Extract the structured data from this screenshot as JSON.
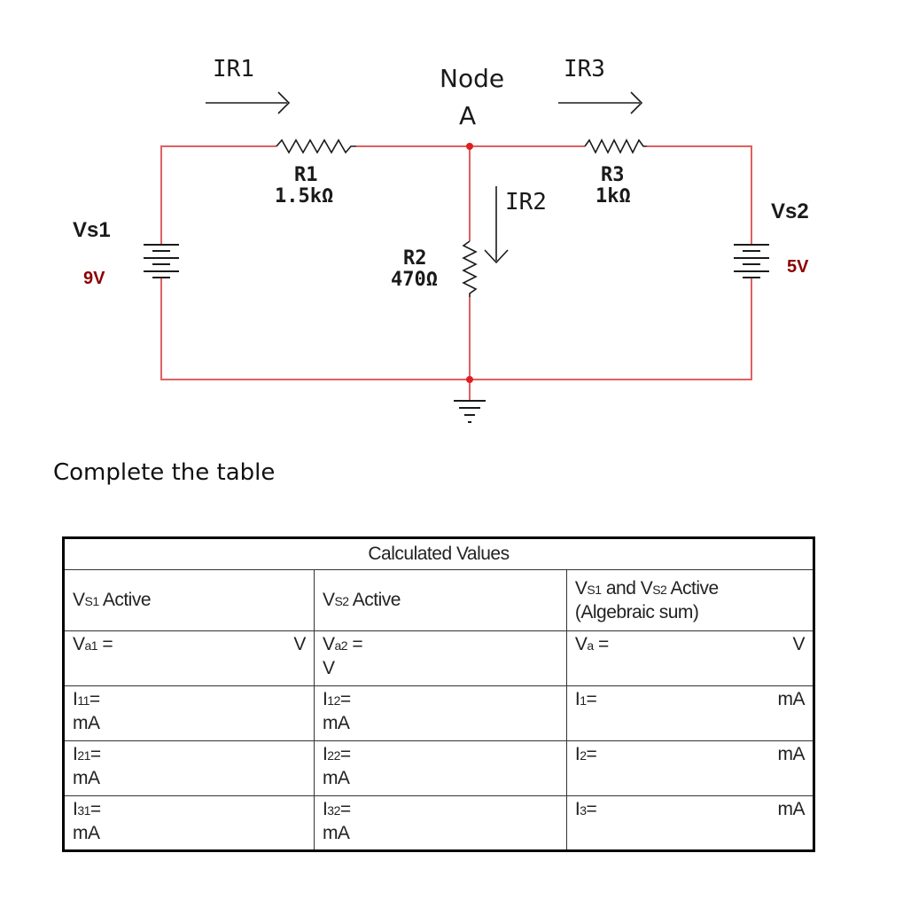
{
  "circuit": {
    "sources": [
      {
        "name": "Vs1",
        "value": "9V"
      },
      {
        "name": "Vs2",
        "value": "5V"
      }
    ],
    "resistors": [
      {
        "name": "R1",
        "value": "1.5kΩ"
      },
      {
        "name": "R2",
        "value": "470Ω"
      },
      {
        "name": "R3",
        "value": "1kΩ"
      }
    ],
    "currents": [
      "IR1",
      "IR2",
      "IR3"
    ],
    "node_label_line1": "Node",
    "node_label_line2": "A",
    "colors": {
      "wire": "#e06060",
      "node_dot": "#e02020",
      "value_text": "#8b0000",
      "ink": "#1a1a1a"
    }
  },
  "instruction": "Complete the table",
  "table": {
    "title": "Calculated Values",
    "headers": {
      "col1": {
        "v": "V",
        "s": "S1",
        "rest": " Active"
      },
      "col2": {
        "v": "V",
        "s": "S2",
        "rest": " Active"
      },
      "col3": {
        "v1": "V",
        "s1": "S1",
        "and": " and V",
        "s2": "S2",
        "rest": " Active",
        "line2": "(Algebraic sum)"
      }
    },
    "voltage_row": {
      "c1": {
        "main": "V",
        "sub": "a1",
        "rest": " =",
        "unit": "V"
      },
      "c2": {
        "main": "V",
        "sub": "a2",
        "rest": " =",
        "line2": "V"
      },
      "c3": {
        "main": "V",
        "sub": "a",
        "rest": " =",
        "unit": "V"
      }
    },
    "current_rows": [
      {
        "c1": {
          "main": "I",
          "sub": "11",
          "rest": "=",
          "unit": "mA"
        },
        "c2": {
          "main": "I",
          "sub": "12",
          "rest": "=",
          "unit": "mA"
        },
        "c3": {
          "main": "I",
          "sub": "1",
          "rest": "=",
          "unit": "mA"
        }
      },
      {
        "c1": {
          "main": "I",
          "sub": "21",
          "rest": "=",
          "unit": "mA"
        },
        "c2": {
          "main": "I",
          "sub": "22",
          "rest": "=",
          "unit": "mA"
        },
        "c3": {
          "main": "I",
          "sub": "2",
          "rest": "=",
          "unit": "mA"
        }
      },
      {
        "c1": {
          "main": "I",
          "sub": "31",
          "rest": "=",
          "unit": "mA"
        },
        "c2": {
          "main": "I",
          "sub": "32",
          "rest": "=",
          "unit": "mA"
        },
        "c3": {
          "main": "I",
          "sub": "3",
          "rest": "=",
          "unit": "mA"
        }
      }
    ]
  }
}
